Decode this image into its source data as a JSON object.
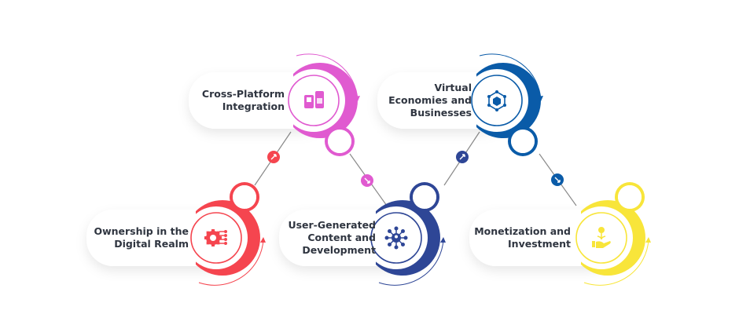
{
  "nodes": [
    {
      "id": "ownership",
      "lines": [
        "Ownership in the",
        "Digital Realm"
      ],
      "color": "#f5454f",
      "icon": "gear-network-icon"
    },
    {
      "id": "cross-platform",
      "lines": [
        "Cross-Platform",
        "Integration"
      ],
      "color": "#e05ad0",
      "icon": "devices-link-icon"
    },
    {
      "id": "user-generated",
      "lines": [
        "User-Generated",
        "Content and",
        "Development"
      ],
      "color": "#2e4696",
      "icon": "user-network-icon"
    },
    {
      "id": "virtual-economies",
      "lines": [
        "Virtual",
        "Economies and",
        "Businesses"
      ],
      "color": "#0a5ba8",
      "icon": "cube-network-icon"
    },
    {
      "id": "monetization",
      "lines": [
        "Monetization and",
        "Investment"
      ],
      "color": "#f8e53a",
      "icon": "hand-coin-icon"
    }
  ],
  "connectors": [
    {
      "color": "#f5454f",
      "direction": "up"
    },
    {
      "color": "#e05ad0",
      "direction": "down"
    },
    {
      "color": "#2e4696",
      "direction": "up"
    },
    {
      "color": "#0a5ba8",
      "direction": "down"
    }
  ]
}
